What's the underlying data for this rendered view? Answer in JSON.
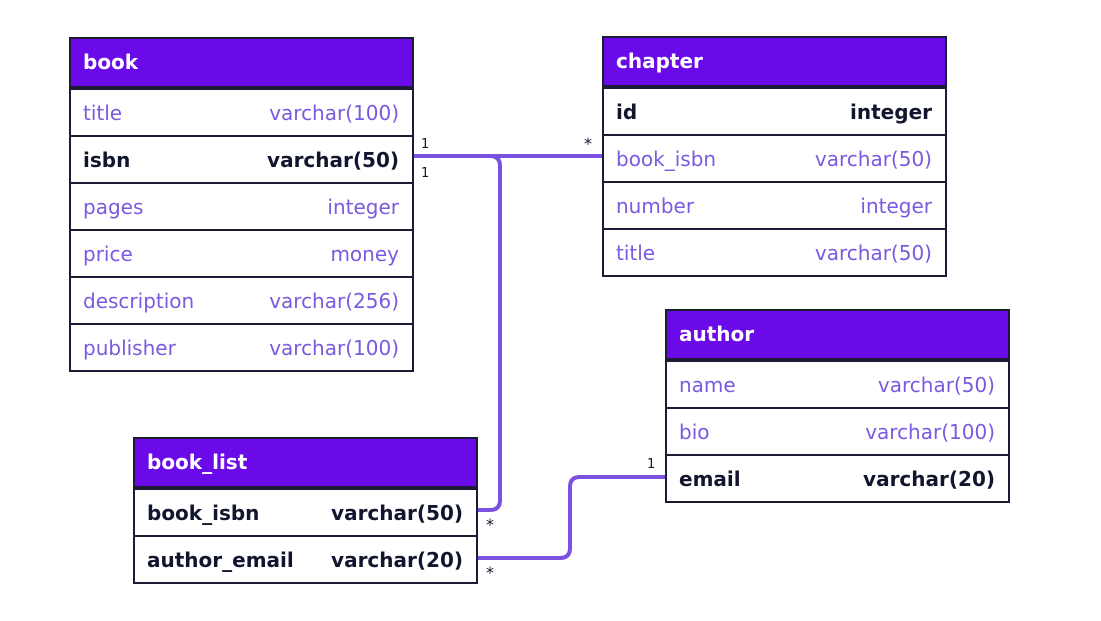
{
  "tables": {
    "book": {
      "name": "book",
      "columns": [
        {
          "name": "title",
          "type": "varchar(100)",
          "key": false
        },
        {
          "name": "isbn",
          "type": "varchar(50)",
          "key": true
        },
        {
          "name": "pages",
          "type": "integer",
          "key": false
        },
        {
          "name": "price",
          "type": "money",
          "key": false
        },
        {
          "name": "description",
          "type": "varchar(256)",
          "key": false
        },
        {
          "name": "publisher",
          "type": "varchar(100)",
          "key": false
        }
      ]
    },
    "chapter": {
      "name": "chapter",
      "columns": [
        {
          "name": "id",
          "type": "integer",
          "key": true
        },
        {
          "name": "book_isbn",
          "type": "varchar(50)",
          "key": false
        },
        {
          "name": "number",
          "type": "integer",
          "key": false
        },
        {
          "name": "title",
          "type": "varchar(50)",
          "key": false
        }
      ]
    },
    "author": {
      "name": "author",
      "columns": [
        {
          "name": "name",
          "type": "varchar(50)",
          "key": false
        },
        {
          "name": "bio",
          "type": "varchar(100)",
          "key": false
        },
        {
          "name": "email",
          "type": "varchar(20)",
          "key": true
        }
      ]
    },
    "book_list": {
      "name": "book_list",
      "columns": [
        {
          "name": "book_isbn",
          "type": "varchar(50)",
          "key": true
        },
        {
          "name": "author_email",
          "type": "varchar(20)",
          "key": true
        }
      ]
    }
  },
  "relations": [
    {
      "from": "book.isbn",
      "to": "chapter.book_isbn",
      "from_card": "1",
      "to_card": "*"
    },
    {
      "from": "book.isbn",
      "to": "book_list.book_isbn",
      "from_card": "1",
      "to_card": "*"
    },
    {
      "from": "author.email",
      "to": "book_list.author_email",
      "from_card": "1",
      "to_card": "*"
    }
  ],
  "colors": {
    "header_bg": "#6a0ae8",
    "connector": "#7b52e0",
    "key_text": "#12152e",
    "normal_text": "#7a5ae0",
    "border": "#1a1d35"
  }
}
